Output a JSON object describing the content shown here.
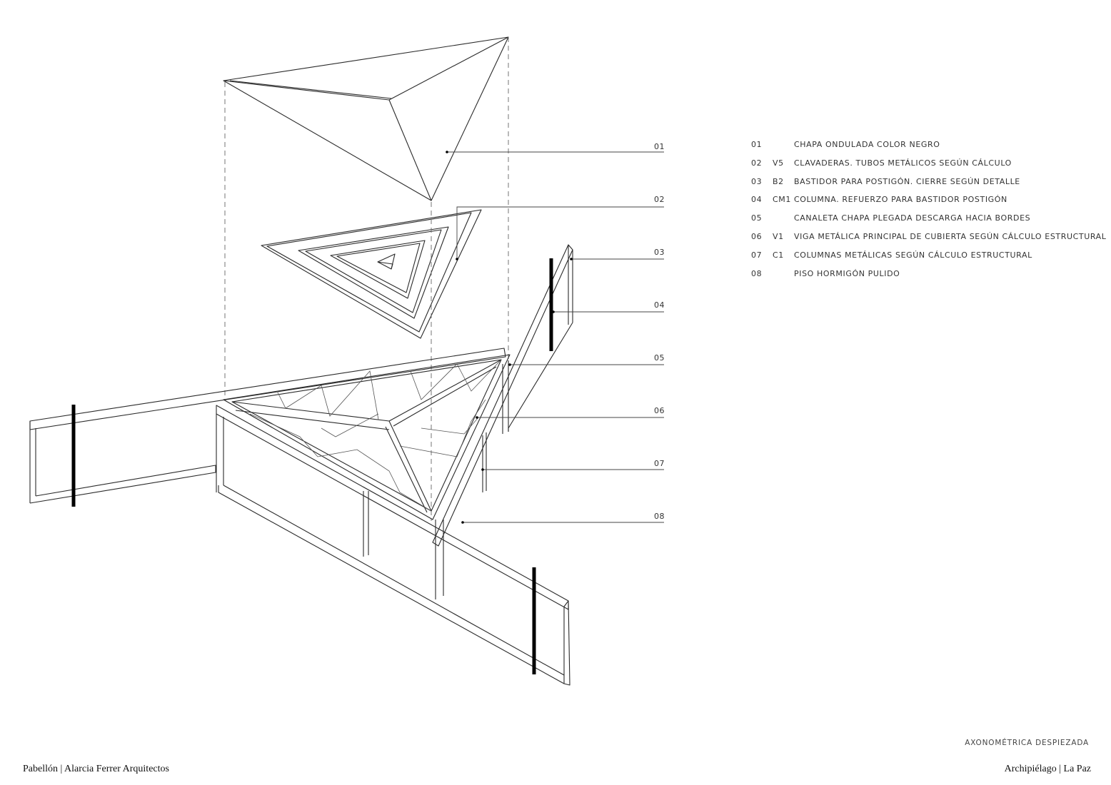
{
  "callouts": [
    "01",
    "02",
    "03",
    "04",
    "05",
    "06",
    "07",
    "08"
  ],
  "legend": [
    {
      "num": "01",
      "code": "",
      "text": "CHAPA ONDULADA COLOR NEGRO"
    },
    {
      "num": "02",
      "code": "V5",
      "text": "CLAVADERAS. TUBOS METÁLICOS SEGÚN CÁLCULO"
    },
    {
      "num": "03",
      "code": "B2",
      "text": "BASTIDOR PARA POSTIGÓN. CIERRE SEGÚN DETALLE"
    },
    {
      "num": "04",
      "code": "CM1",
      "text": "COLUMNA. REFUERZO PARA BASTIDOR POSTIGÓN"
    },
    {
      "num": "05",
      "code": "",
      "text": "CANALETA CHAPA PLEGADA DESCARGA HACIA BORDES"
    },
    {
      "num": "06",
      "code": "V1",
      "text": "VIGA METÁLICA PRINCIPAL DE CUBIERTA SEGÚN CÁLCULO ESTRUCTURAL"
    },
    {
      "num": "07",
      "code": "C1",
      "text": "COLUMNAS METÁLICAS SEGÚN CÁLCULO ESTRUCTURAL"
    },
    {
      "num": "08",
      "code": "",
      "text": "PISO HORMIGÓN PULIDO"
    }
  ],
  "subtitle": "AXONOMÉTRICA DESPIEZADA",
  "footer": {
    "left": "Pabellón | Alarcia Ferrer Arquitectos",
    "right": "Archipiélago | La Paz"
  }
}
